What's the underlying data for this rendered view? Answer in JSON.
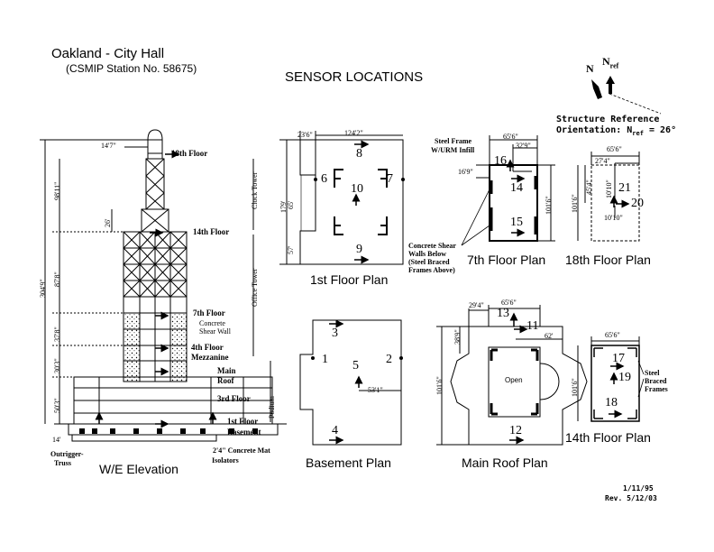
{
  "header": {
    "title": "Oakland - City Hall",
    "station": "(CSMIP Station No. 58675)",
    "heading": "SENSOR LOCATIONS"
  },
  "north": {
    "n": "N",
    "nref": "N",
    "nref_sub": "ref",
    "structure_reference": "Structure Reference",
    "orientation_prefix": "Orientation: N",
    "orientation_sub": "ref",
    "orientation_value": "= 26°"
  },
  "elevation": {
    "caption": "W/E Elevation",
    "floors": {
      "f18": "18th Floor",
      "f14": "14th Floor",
      "f7": "7th Floor",
      "f4": "4th Floor",
      "mezz": "Mezzanine",
      "main": "Main",
      "roof": "Roof",
      "f3": "3rd Floor",
      "f1": "1st Floor",
      "base": "Basement"
    },
    "notes": {
      "concrete": "Concrete",
      "shearwall": "Shear Wall",
      "outrigger": "Outrigger-",
      "truss": "Truss",
      "mat": "2'4\" Concrete Mat",
      "isolators": "Isolators"
    },
    "vertical_labels": {
      "clock": "Clock Tower",
      "office": "Office Tower",
      "podium": "Podium"
    },
    "dims": {
      "top": "14'7\"",
      "d1": "98'11\"",
      "d2": "26'",
      "d3": "304'9\"",
      "d4": "87'8\"",
      "d5": "37'8\"",
      "d6": "30'3\"",
      "d7": "50'3\"",
      "d8": "14'"
    }
  },
  "plans": {
    "first_floor": {
      "caption": "1st Floor Plan",
      "dims": {
        "left": "23'6\"",
        "top": "124'2\"",
        "v1": "179'",
        "v2": "65'",
        "v3": "57'"
      },
      "sensors": {
        "s6": "6",
        "s7": "7",
        "s8": "8",
        "s9": "9",
        "s10": "10"
      }
    },
    "seventh_floor": {
      "caption": "7th Floor Plan",
      "notes": {
        "steel_frame": "Steel Frame",
        "urm": "W/URM Infill",
        "cs1": "Concrete Shear",
        "cs2": "Walls Below",
        "cs3": "(Steel Braced",
        "cs4": "Frames Above)"
      },
      "dims": {
        "w": "65'6\"",
        "w2": "32'9\"",
        "h1": "16'9\"",
        "h": "101'6\""
      },
      "sensors": {
        "s14": "14",
        "s15": "15",
        "s16": "16"
      }
    },
    "eighteenth_floor": {
      "caption": "18th Floor Plan",
      "dims": {
        "w": "65'6\"",
        "w2": "27'4\"",
        "h": "101'6\"",
        "h2": "45'4\"",
        "a": "10'10\"",
        "b": "10'10\""
      },
      "sensors": {
        "s20": "20",
        "s21": "21"
      }
    },
    "basement": {
      "caption": "Basement Plan",
      "dims": {
        "d": "53'1\""
      },
      "sensors": {
        "s1": "1",
        "s2": "2",
        "s3": "3",
        "s4": "4",
        "s5": "5"
      }
    },
    "main_roof": {
      "caption": "Main Roof Plan",
      "open": "Open",
      "dims": {
        "a": "29'4\"",
        "b": "65'6\"",
        "c": "38'9\"",
        "d": "62'",
        "h": "101'6\""
      },
      "sensors": {
        "s11": "11",
        "s12": "12",
        "s13": "13"
      }
    },
    "fourteenth_floor": {
      "caption": "14th Floor Plan",
      "notes": {
        "a": "Steel",
        "b": "Braced",
        "c": "Frames"
      },
      "dims": {
        "w": "65'6\"",
        "h": "101'6\""
      },
      "sensors": {
        "s17": "17",
        "s18": "18",
        "s19": "19"
      }
    }
  },
  "footer": {
    "date": "1/11/95",
    "rev": "Rev. 5/12/03"
  }
}
